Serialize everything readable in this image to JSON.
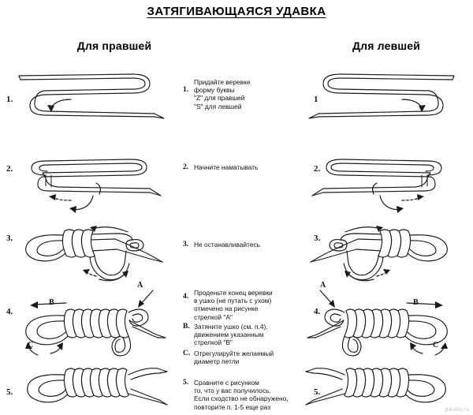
{
  "title": "ЗАТЯГИВАЮЩАЯСЯ УДАВКА",
  "columns": {
    "left_header": "Для правшей",
    "right_header": "Для левшей"
  },
  "steps": [
    {
      "number_left": "1.",
      "number_right": "1",
      "marker": "1.",
      "text": "Придайте веревке\nформу буквы\n\"Z\" для правшей\n\"S\" для левшей"
    },
    {
      "number_left": "2.",
      "number_right": "2.",
      "marker": "2.",
      "text": "Начните наматывать"
    },
    {
      "number_left": "3.",
      "number_right": "3.",
      "marker": "3.",
      "text": "Не останавливайтесь"
    },
    {
      "number_left": "4.",
      "number_right": "4.",
      "marker": "4.",
      "text": "Проденьте конец веревки\nв ушко (не путать с ухом)\nотмечено на рисунке\nстрелкой \"А\""
    },
    {
      "number_left": "5.",
      "number_right": "5.",
      "marker": "5.",
      "text": "Сравните с рисунком\nто, что у вас получилось.\nЕсли сходство не обнаружено,\nповторите п. 1-5 еще раз"
    }
  ],
  "sub_steps": [
    {
      "marker": "B.",
      "text": "Затяните ушко (см. п.4).\nдвижением указанным\nстрелкой \"B\""
    },
    {
      "marker": "C.",
      "text": "Отрегулируйте желаемый\nдиаметр петли"
    }
  ],
  "diagram_labels": {
    "a": "A",
    "b": "B",
    "c": "C"
  },
  "watermark": "pikabu.ru",
  "colors": {
    "rope_stroke": "#1a1a1a",
    "background": "#ffffff",
    "text": "#111111",
    "watermark": "#c8c8c8"
  }
}
